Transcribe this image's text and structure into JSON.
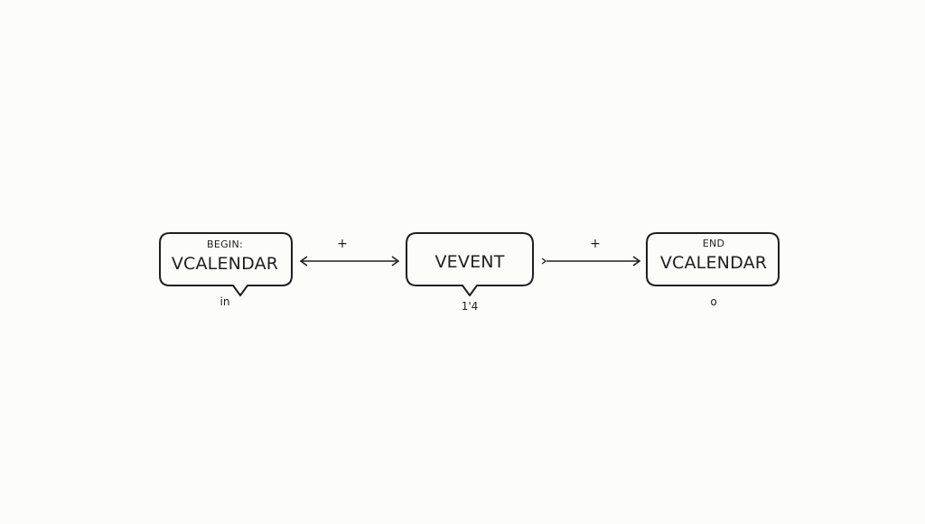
{
  "diagram": {
    "nodes": [
      {
        "id": "begin-vcalendar",
        "top_label": "BEGIN:",
        "label": "VCALENDAR",
        "below_label": "in"
      },
      {
        "id": "vevent",
        "top_label": "",
        "label": "VEVENT",
        "below_label": "1'4"
      },
      {
        "id": "end-vcalendar",
        "top_label": "END",
        "label": "VCALENDAR",
        "below_label": "o"
      }
    ],
    "connectors": [
      {
        "from": "begin-vcalendar",
        "to": "vevent",
        "style": "double-arrow",
        "label": "+"
      },
      {
        "from": "vevent",
        "to": "end-vcalendar",
        "style": "arrow",
        "label": "+"
      }
    ]
  }
}
